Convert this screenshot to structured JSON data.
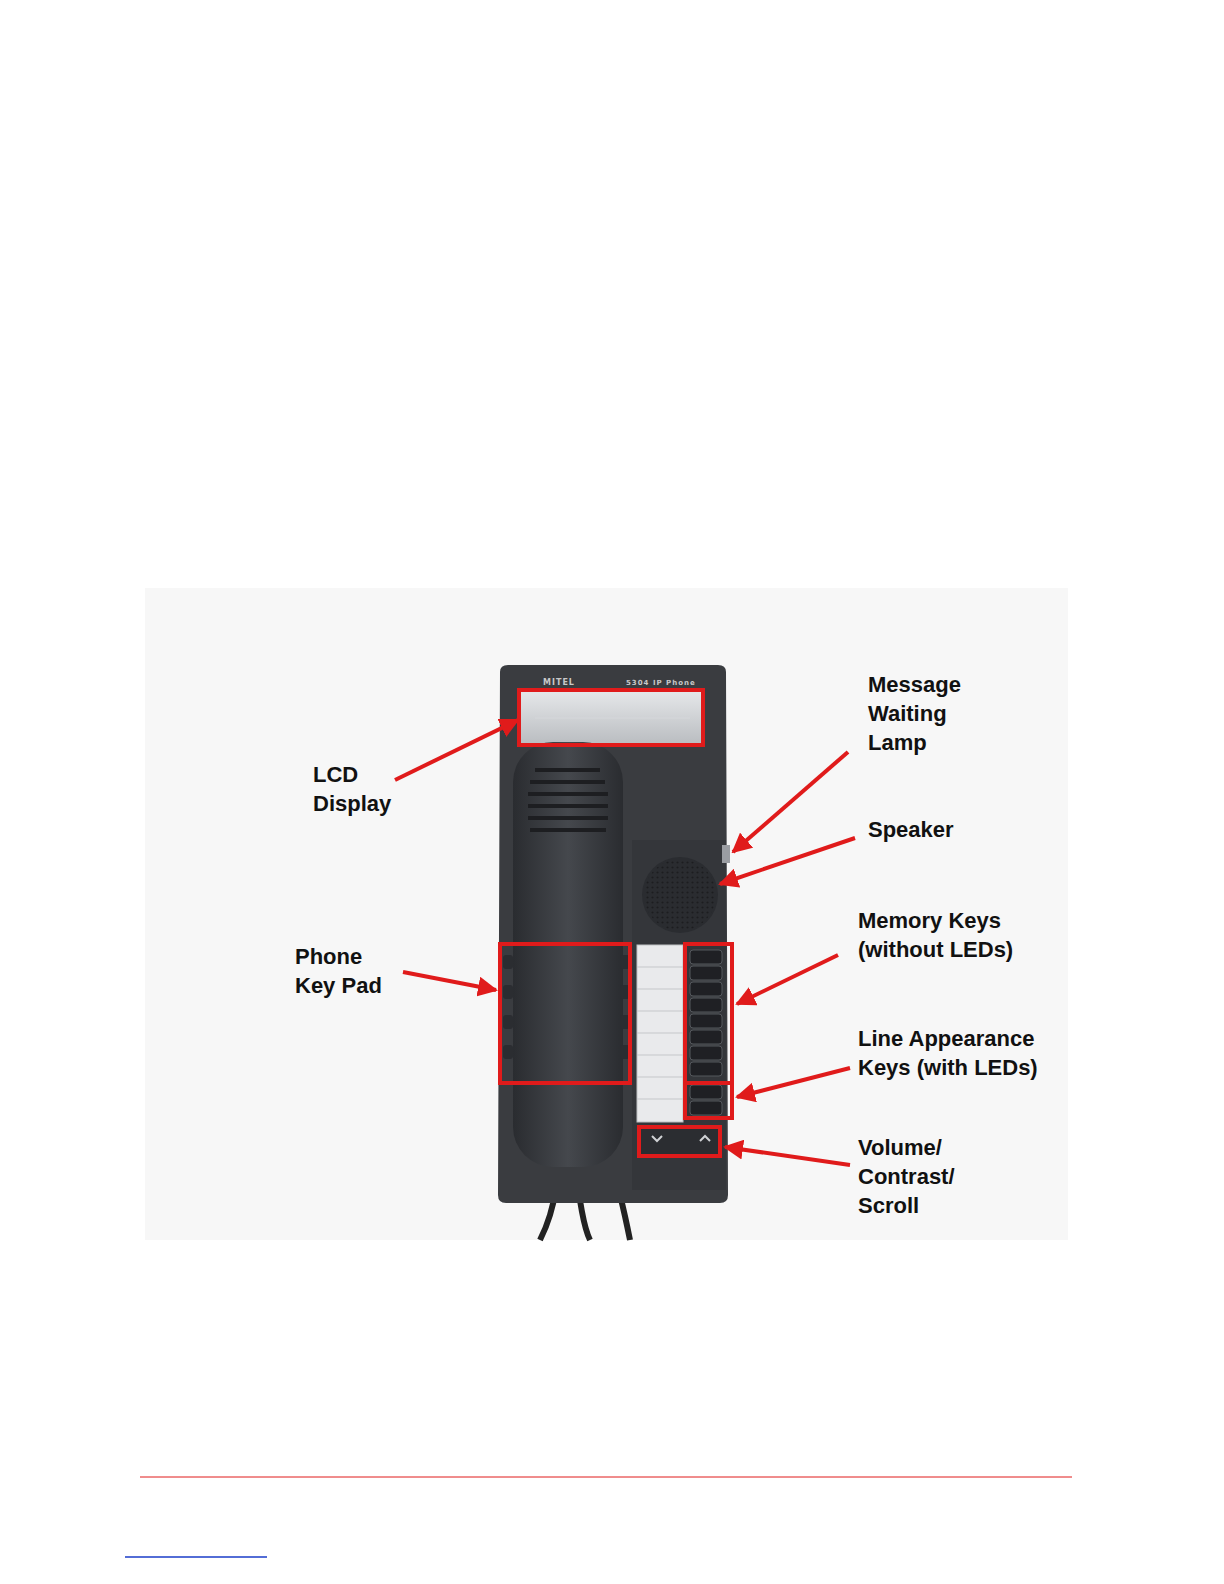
{
  "diagram": {
    "labels": [
      "MITEL",
      "5304 IP Phone",
      "LCD Display",
      "Message Waiting Lamp",
      "Speaker",
      "Phone Key Pad",
      "Memory Keys (without LEDs)",
      "Line Appearance Keys (with LEDs)",
      "Volume/ Contrast/ Scroll"
    ]
  }
}
